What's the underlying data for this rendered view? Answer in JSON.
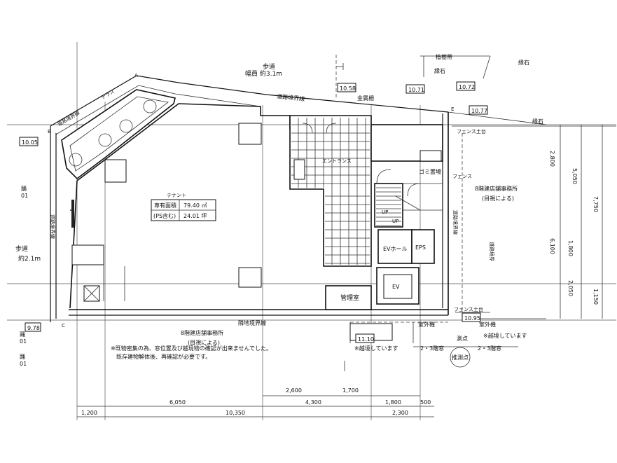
{
  "top_labels": {
    "sidewalk": "歩道",
    "sidewalk_width": "幅員 約3.1m",
    "road_boundary": "道路境界線",
    "metal_fence": "金属柵",
    "planting": "植樹帯",
    "curb": "縁石",
    "curb2": "縁石",
    "terrace": "テラス",
    "road_boundary_left": "道路境界線"
  },
  "elevations": {
    "e1058": "10.58",
    "e1071": "10.71",
    "e1072": "10.72",
    "e1077": "10.77",
    "e1005": "10.05",
    "e978": "9.78",
    "e1110": "11.10",
    "e1095": "10.95"
  },
  "points": {
    "A": "A",
    "B": "B",
    "C": "C",
    "E": "E"
  },
  "left_labels": {
    "sidewalk": "歩道",
    "sidewalk_width": "約2.1m",
    "road_boundary": "道路境界線",
    "ref1": "踊",
    "ref1b": "01",
    "ref2": "踊",
    "ref2b": "01",
    "ref3": "踊",
    "ref3b": "01"
  },
  "rooms": {
    "entrance": "エントランス",
    "garbage": "ゴミ置場",
    "fence": "フェンス",
    "fence_base": "フェンス土台",
    "fence_base2": "フェンス土台",
    "ev_hall": "EVホール",
    "eps": "EPS",
    "ev": "EV",
    "manager": "管理室",
    "up1": "UP",
    "up2": "UP"
  },
  "tenant_table": {
    "title": "テナント",
    "area_label": "専有面積",
    "area_value": "79.40 ㎡",
    "ps_label": "(PS含む)",
    "ps_value": "24.01 坪"
  },
  "neighbors": {
    "right": "8階建店舗事務所",
    "right_note": "(目視による)",
    "bottom": "8階建店舗事務所",
    "bottom_note": "(目視による)",
    "site_boundary": "隣地境界線",
    "outdoor_unit1": "室外機",
    "outdoor_unit2": "室外機",
    "over1": "※越境しています",
    "over2": "※越境しています",
    "window1": "2・3階窓",
    "window2": "2・3階窓",
    "survey1": "測点",
    "survey2": "推測点"
  },
  "notes": {
    "line1": "※既物密集の為、窓位置及び越境物の確認が出来ませんでした。",
    "line2": "既存建物解体後、再確認が必要です。"
  },
  "right_vertical": {
    "road": "道路境界線",
    "road2": "道路境界"
  },
  "dims_bottom": {
    "r1": [
      "2,600",
      "1,700"
    ],
    "r2": [
      "6,050",
      "4,300",
      "1,800",
      "500"
    ],
    "r3": [
      "1,200",
      "10,350",
      "2,300"
    ]
  },
  "dims_right": {
    "c1": [
      "2,800",
      "1,800",
      "2,050"
    ],
    "c2": [
      "5,050",
      "6,100"
    ],
    "c3": [
      "7,750",
      "1,150"
    ]
  }
}
